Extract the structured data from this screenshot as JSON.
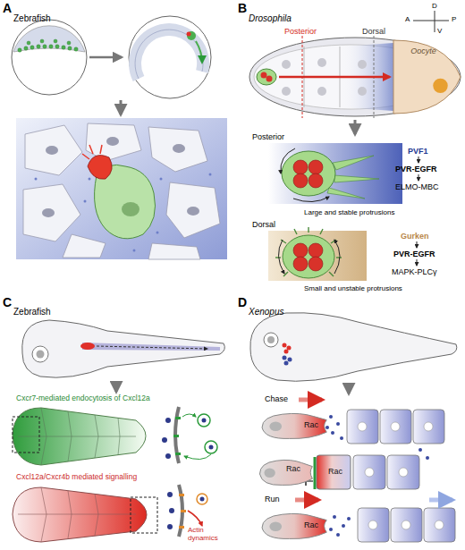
{
  "diagram": {
    "nodes": [
      {
        "text": [
          "Oocyte"
        ]
      },
      {
        "text": [
          "Rac"
        ]
      },
      {
        "text": [
          "Rac"
        ]
      },
      {
        "text": [
          "Rac"
        ]
      },
      {
        "text": [
          "Rac"
        ]
      }
    ],
    "labels": [
      "A",
      "Zebrafish",
      "B",
      "Drosophila",
      "Posterior",
      "Dorsal",
      "A",
      "D",
      "V",
      "P",
      "Posterior",
      "PVF1",
      "PVR-EGFR",
      "ELMO-MBC",
      "Large and stable protrusions",
      "Dorsal",
      "Gurken",
      "PVR-EGFR",
      "MAPK-PLCγ",
      "Small and unstable protrusions",
      "C",
      "Zebrafish",
      "Cxcr7-mediated endocytosis of Cxcl12a",
      "Cxcl12a/Cxcr4b mediated signalling",
      "Actin dynamics",
      "D",
      "Xenopus",
      "Chase",
      "Run"
    ]
  }
}
